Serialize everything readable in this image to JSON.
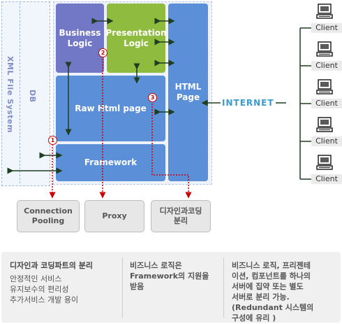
{
  "left_band": {
    "xml_label": "XML File System",
    "db_label": "DB"
  },
  "blocks": {
    "business": "Business\nLogic",
    "presentation": "Presentation\nLogic",
    "html_page": "HTML\nPage",
    "raw_html": "Raw Html page",
    "framework": "Framework"
  },
  "internet_label": "INTERNET",
  "markers": [
    "1",
    "2",
    "3"
  ],
  "bottom_boxes": {
    "connection": "Connection\nPooling",
    "proxy": "Proxy",
    "design": "디자인과코딩\n분리"
  },
  "clients": [
    "Client",
    "Client",
    "Client",
    "Client",
    "Client"
  ],
  "notes": {
    "col1_head": "디자인과 코딩파트의 분리",
    "col1_lines": [
      "안정적인 서비스",
      "유지보수의 편리성",
      "추가서비스 개발 용이"
    ],
    "col2_text": "비즈니스 로직은\nFramework의 지원을\n받음",
    "col3_text": "비즈니스 로직, 프리젠테\n이션, 컴포넌트를 하나의\n서버에 집약 또는 별도\n서버로 분리 가능.\n(Redundant 시스템의\n구성에 유리 )"
  },
  "colors": {
    "block_blue": "#5b8fd8",
    "block_purple": "#7378c6",
    "block_green": "#8fbc3e",
    "arrow_dark": "#1f3d1f",
    "marker_red": "#cc0000"
  }
}
